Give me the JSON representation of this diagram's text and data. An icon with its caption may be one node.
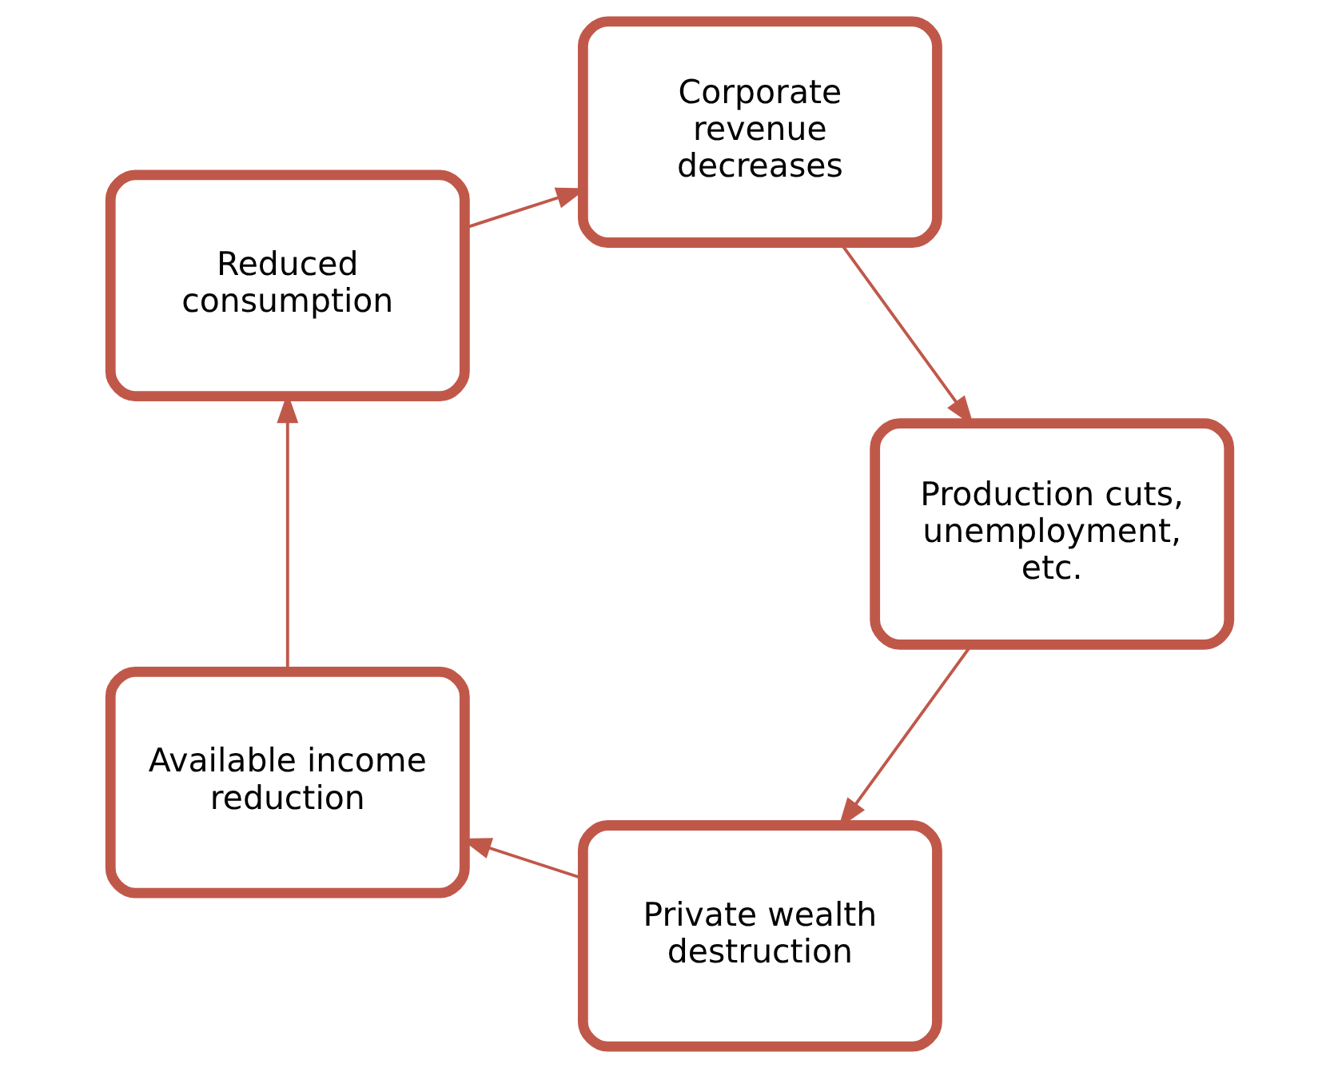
{
  "diagram": {
    "nodes": [
      {
        "text": [
          "Private wealth destruction"
        ]
      },
      {
        "text": [
          "Available income reduction"
        ]
      },
      {
        "text": [
          "Reduced consumption"
        ]
      },
      {
        "text": [
          "Corporate revenue decreases"
        ]
      },
      {
        "text": [
          "Production cuts, unemployment, etc."
        ]
      }
    ],
    "edges": [
      {
        "from": 0,
        "to": 1,
        "arrow": "to"
      },
      {
        "from": 1,
        "to": 2,
        "arrow": "to"
      },
      {
        "from": 2,
        "to": 3,
        "arrow": "to"
      },
      {
        "from": 3,
        "to": 4,
        "arrow": "to"
      },
      {
        "from": 4,
        "to": 0,
        "arrow": "to"
      }
    ]
  }
}
